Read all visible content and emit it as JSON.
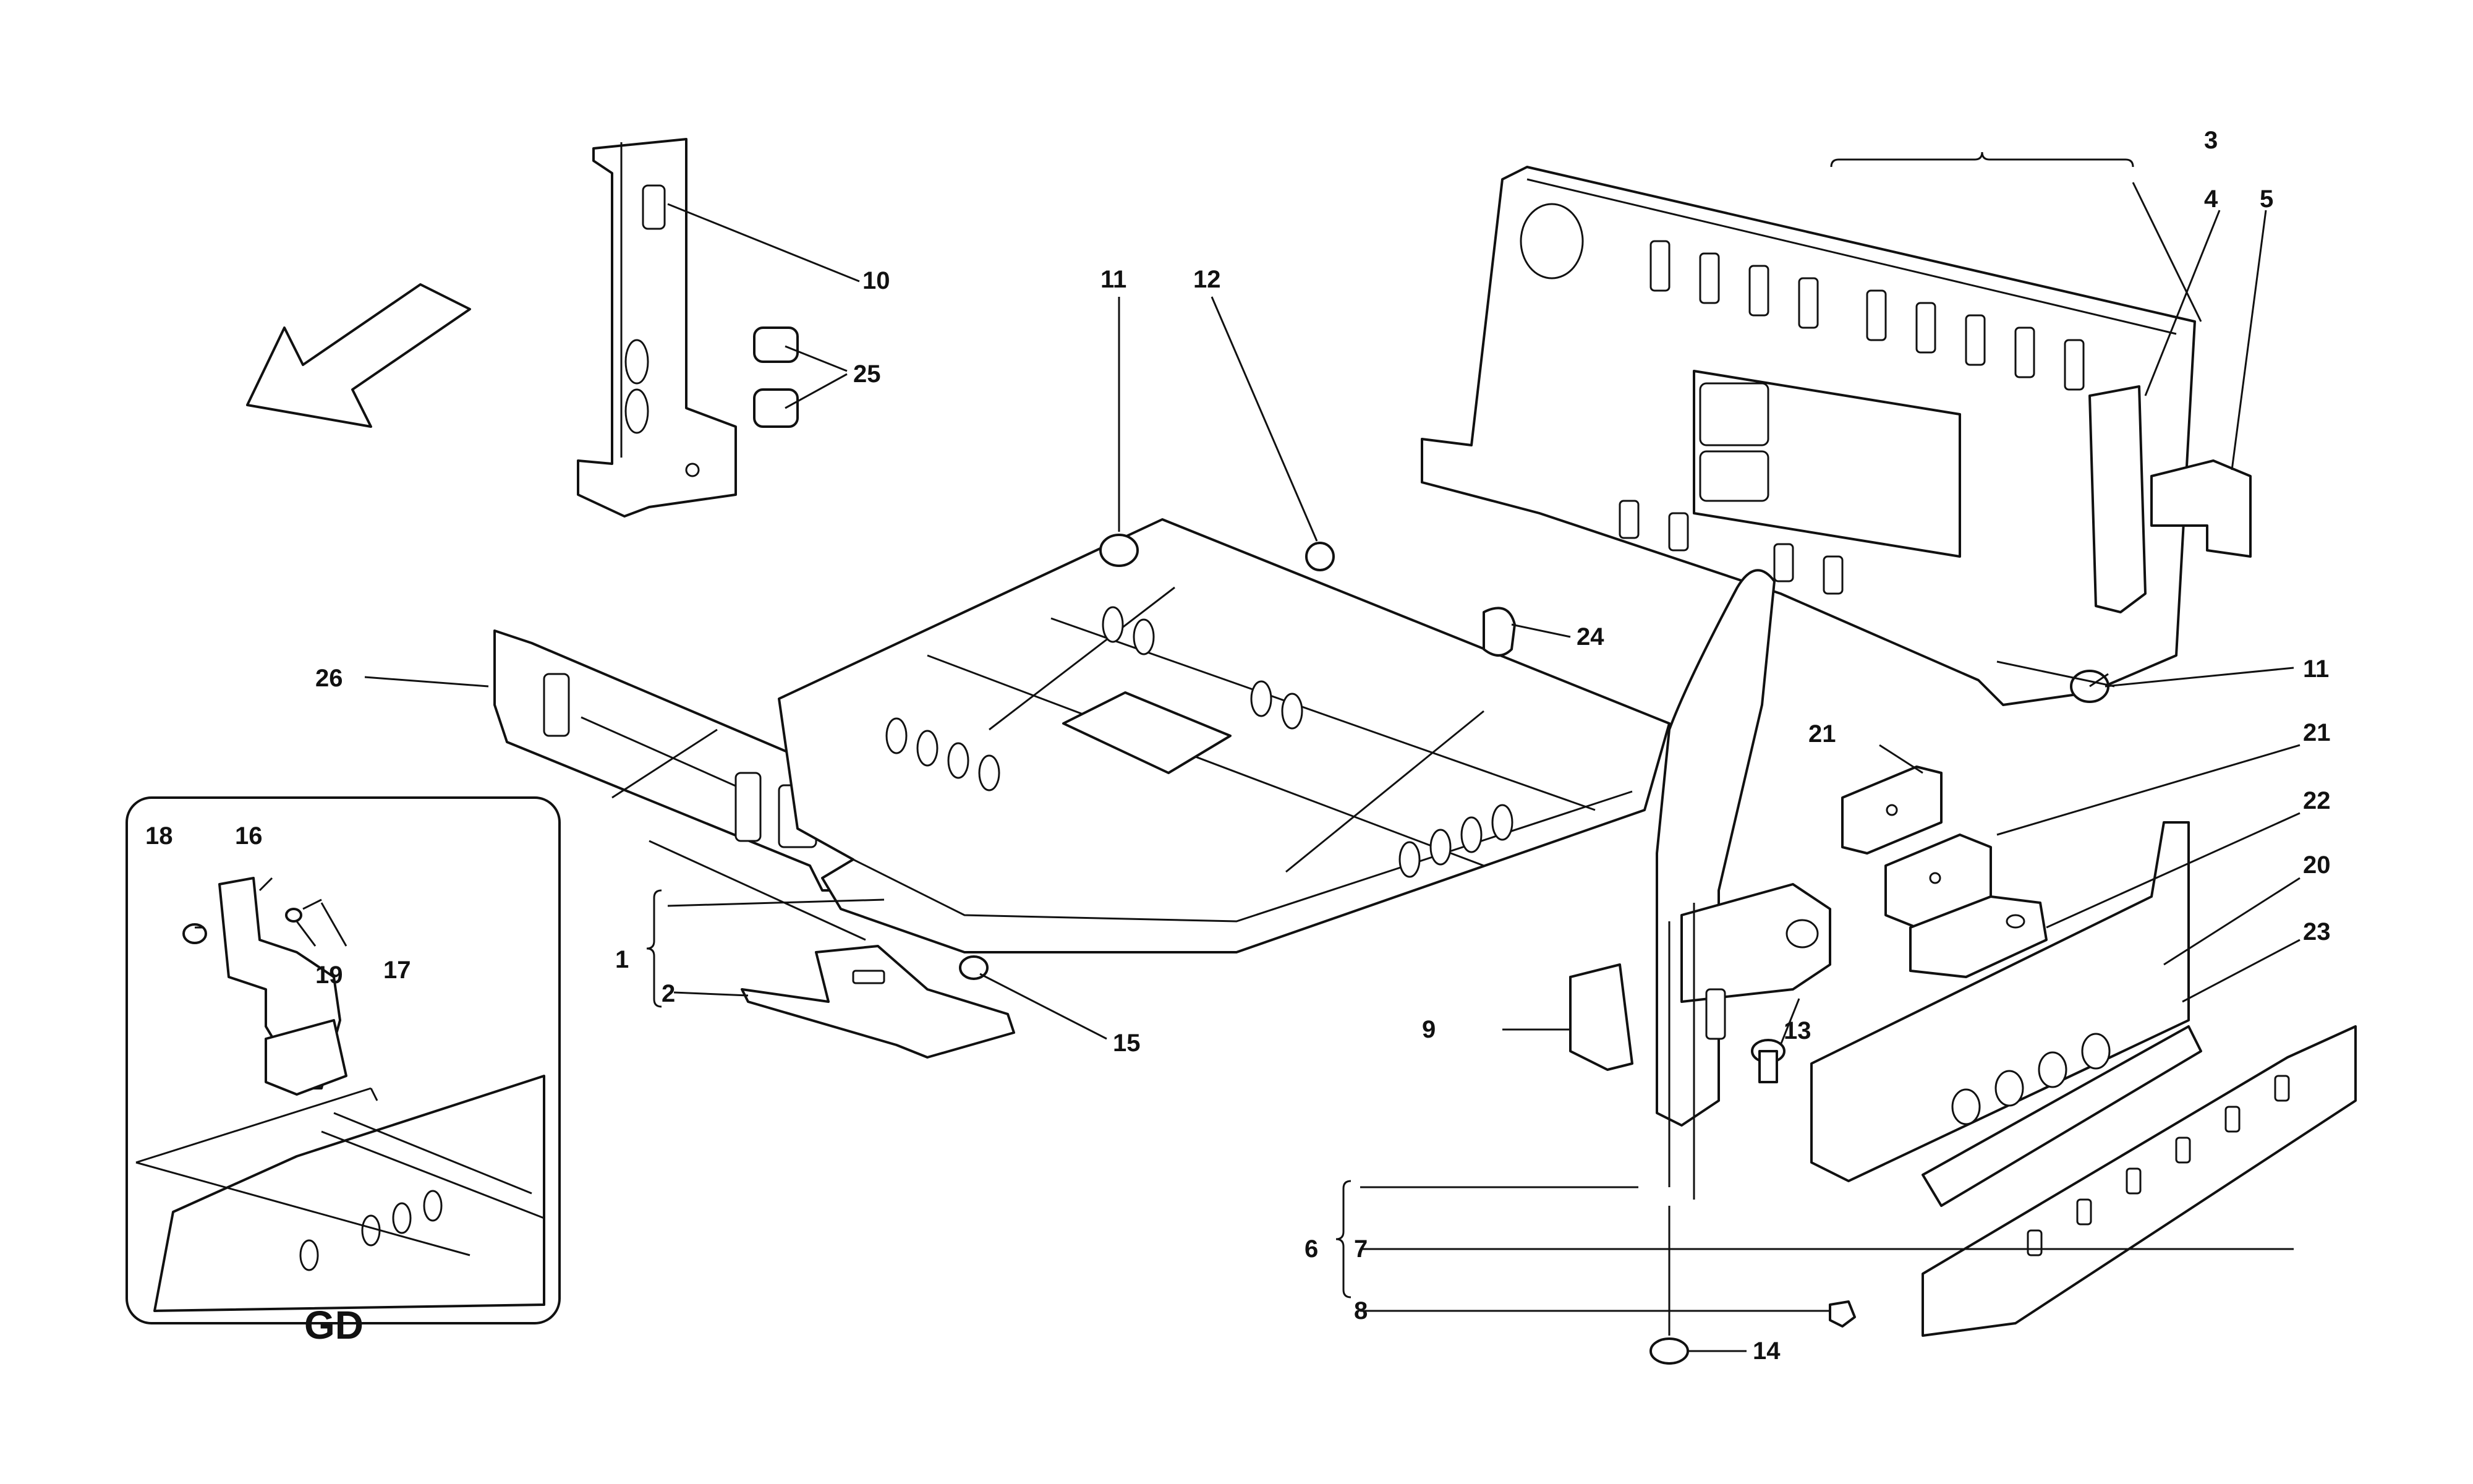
{
  "inset_label": "GD",
  "callouts": [
    {
      "id": "c1",
      "text": "1"
    },
    {
      "id": "c2",
      "text": "2"
    },
    {
      "id": "c3",
      "text": "3"
    },
    {
      "id": "c4",
      "text": "4"
    },
    {
      "id": "c5",
      "text": "5"
    },
    {
      "id": "c6",
      "text": "6"
    },
    {
      "id": "c7",
      "text": "7"
    },
    {
      "id": "c8",
      "text": "8"
    },
    {
      "id": "c9",
      "text": "9"
    },
    {
      "id": "c10",
      "text": "10"
    },
    {
      "id": "c11a",
      "text": "11"
    },
    {
      "id": "c11b",
      "text": "11"
    },
    {
      "id": "c12",
      "text": "12"
    },
    {
      "id": "c13",
      "text": "13"
    },
    {
      "id": "c14",
      "text": "14"
    },
    {
      "id": "c15",
      "text": "15"
    },
    {
      "id": "c16",
      "text": "16"
    },
    {
      "id": "c17",
      "text": "17"
    },
    {
      "id": "c18",
      "text": "18"
    },
    {
      "id": "c19",
      "text": "19"
    },
    {
      "id": "c20",
      "text": "20"
    },
    {
      "id": "c21a",
      "text": "21"
    },
    {
      "id": "c21b",
      "text": "21"
    },
    {
      "id": "c22",
      "text": "22"
    },
    {
      "id": "c23",
      "text": "23"
    },
    {
      "id": "c24",
      "text": "24"
    },
    {
      "id": "c25",
      "text": "25"
    },
    {
      "id": "c26",
      "text": "26"
    }
  ]
}
